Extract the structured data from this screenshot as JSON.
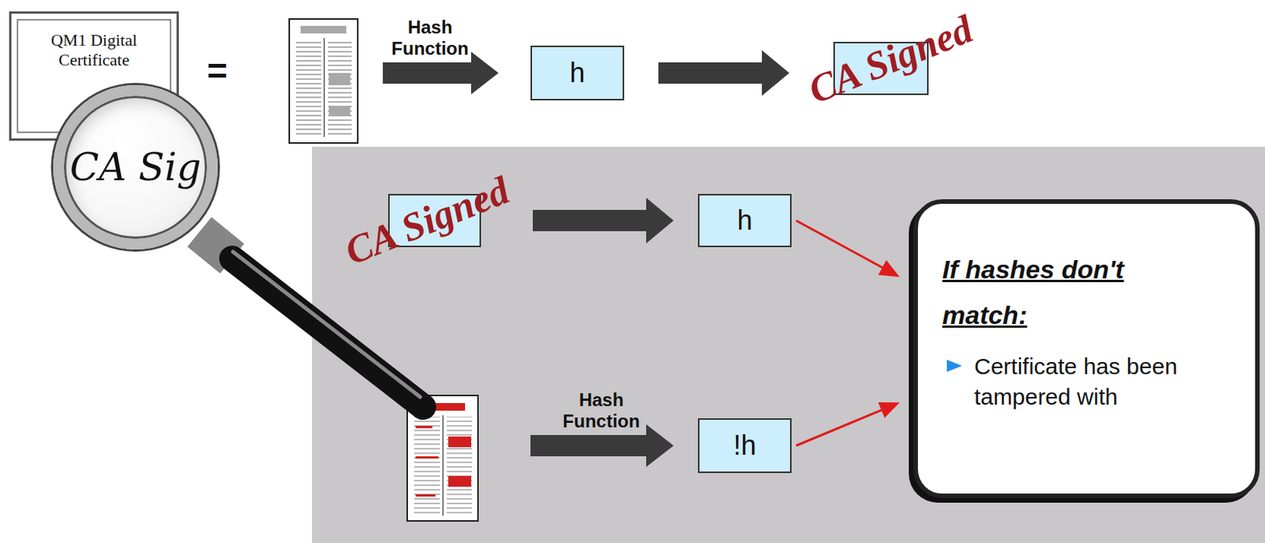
{
  "diagram": {
    "nodes": [
      {
        "text": [
          "QM1 Digital Certificate"
        ]
      },
      {
        "text": [
          "CA Sig"
        ]
      },
      {
        "text": [
          "h"
        ]
      },
      {
        "text": [
          "CA Signed"
        ]
      },
      {
        "text": [
          "CA Signed"
        ]
      },
      {
        "text": [
          "h"
        ]
      },
      {
        "text": [
          "!h"
        ]
      },
      {
        "text": [
          "If hashes don't match:",
          "Certificate has been tampered with"
        ]
      }
    ],
    "edges": [
      {
        "from": 2,
        "to": 3,
        "arrow": "to"
      },
      {
        "from": 4,
        "to": 5,
        "arrow": "to"
      },
      {
        "from": 5,
        "to": 7,
        "arrow": "to"
      },
      {
        "from": 6,
        "to": 7,
        "arrow": "to"
      }
    ],
    "labels": [
      "=",
      "Hash Function",
      "Hash Function"
    ]
  }
}
